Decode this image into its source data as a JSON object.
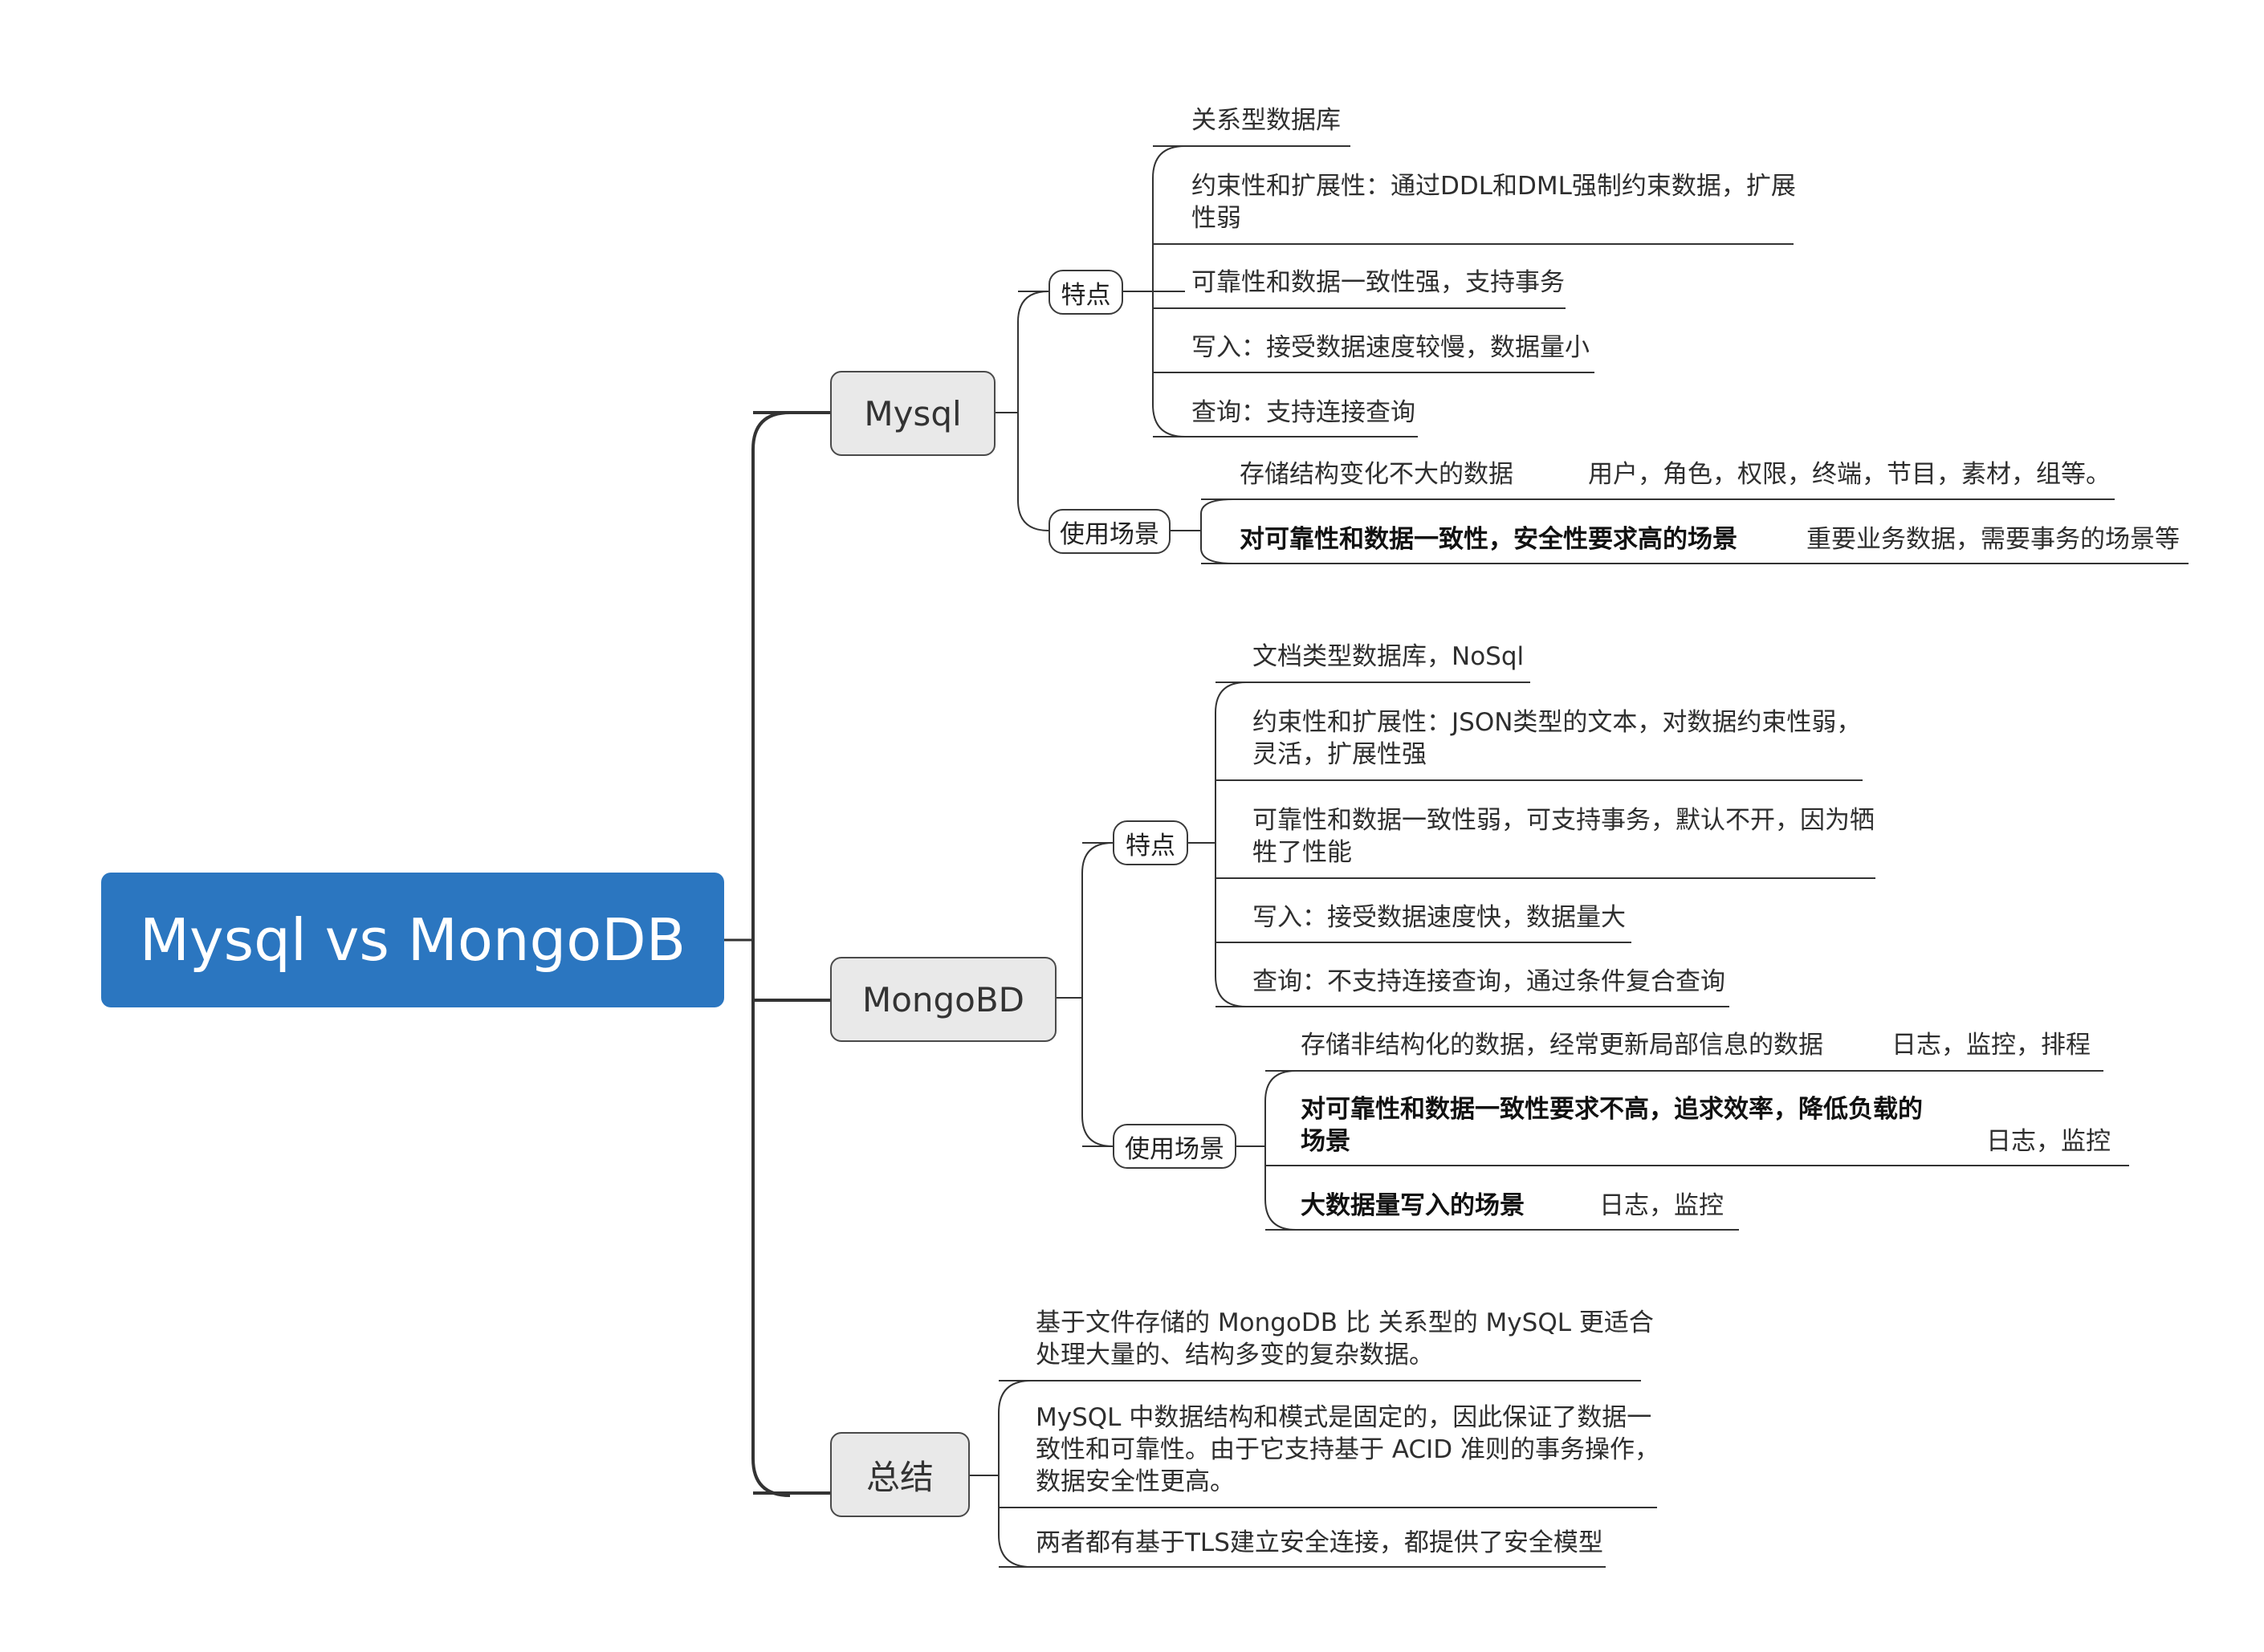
{
  "root": {
    "title": "Mysql vs MongoDB"
  },
  "mysql": {
    "label": "Mysql",
    "features_label": "特点",
    "features": [
      "关系型数据库",
      "约束性和扩展性：通过DDL和DML强制约束数据，扩展",
      "性弱",
      "可靠性和数据一致性强，支持事务",
      "写入：接受数据速度较慢，数据量小",
      "查询：支持连接查询"
    ],
    "scenes_label": "使用场景",
    "scenes": [
      {
        "text": "存储结构变化不大的数据",
        "example": "用户，角色，权限，终端，节目，素材，组等。"
      },
      {
        "text": "对可靠性和数据一致性，安全性要求高的场景",
        "example": "重要业务数据，需要事务的场景等"
      }
    ]
  },
  "mongo": {
    "label": "MongoBD",
    "features_label": "特点",
    "features": [
      "文档类型数据库，NoSql",
      "约束性和扩展性：JSON类型的文本，对数据约束性弱，",
      "灵活，扩展性强",
      "可靠性和数据一致性弱，可支持事务，默认不开，因为牺",
      "牲了性能",
      "写入：接受数据速度快，数据量大",
      "查询：不支持连接查询，通过条件复合查询"
    ],
    "scenes_label": "使用场景",
    "scenes": [
      {
        "text": "存储非结构化的数据，经常更新局部信息的数据",
        "example": "日志，监控，排程"
      },
      {
        "text": "对可靠性和数据一致性要求不高，追求效率，降低负载的",
        "text2": "场景",
        "example": "日志，监控"
      },
      {
        "text": "大数据量写入的场景",
        "example": "日志，监控"
      }
    ]
  },
  "summary": {
    "label": "总结",
    "items": [
      "基于文件存储的 MongoDB 比 关系型的 MySQL 更适合",
      "处理大量的、结构多变的复杂数据。",
      "MySQL 中数据结构和模式是固定的，因此保证了数据一",
      "致性和可靠性。由于它支持基于 ACID 准则的事务操作，",
      "数据安全性更高。",
      "两者都有基于TLS建立安全连接，都提供了安全模型"
    ]
  },
  "colors": {
    "root": "#2b76c0",
    "branch": "#e9e9e9",
    "line": "#333333"
  }
}
